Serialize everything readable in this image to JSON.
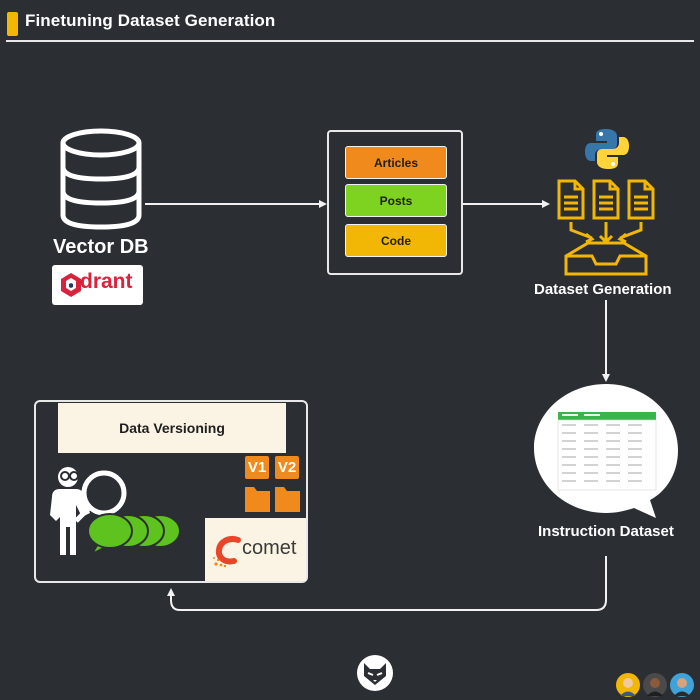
{
  "header": {
    "title": "Finetuning Dataset Generation",
    "accent_color": "#f2b705"
  },
  "vector_db": {
    "label": "Vector DB",
    "icon": "database-icon",
    "logo_text": "drant",
    "logo_color": "#d9233c"
  },
  "content_types": {
    "items": [
      {
        "label": "Articles",
        "color": "#f08a1c"
      },
      {
        "label": "Posts",
        "color": "#7ed321"
      },
      {
        "label": "Code",
        "color": "#f2b705"
      }
    ]
  },
  "dataset_generation": {
    "label": "Dataset Generation",
    "icons": [
      "python-icon",
      "document-icon",
      "inbox-icon"
    ]
  },
  "instruction_dataset": {
    "label": "Instruction Dataset",
    "icon": "spreadsheet-icon"
  },
  "data_versioning": {
    "title": "Data Versioning",
    "versions": [
      "V1",
      "V2"
    ],
    "comet_text": "comet",
    "icons": [
      "person-magnifier-icon",
      "chat-bubbles-icon",
      "folder-icon",
      "comet-logo-icon"
    ]
  },
  "colors": {
    "background": "#2b2e33",
    "line": "#f2f2f2",
    "accent_orange": "#f08a1c",
    "accent_green": "#7ed321",
    "accent_yellow": "#f2b705"
  }
}
